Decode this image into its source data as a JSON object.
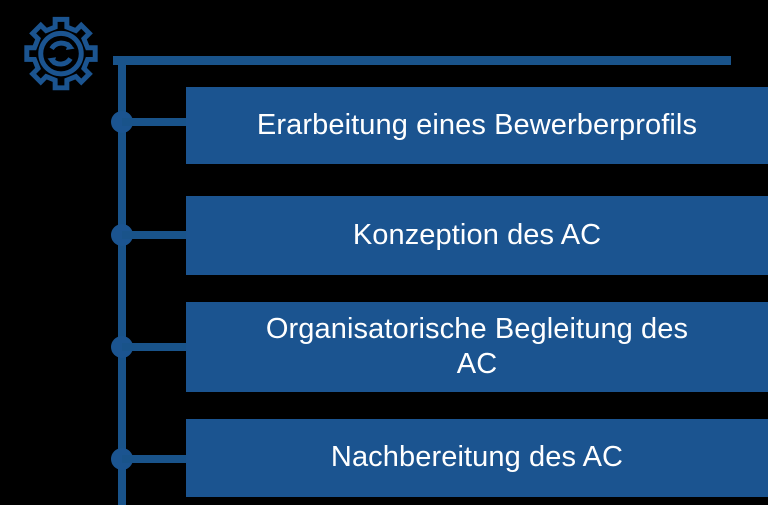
{
  "diagram": {
    "type": "vertical-timeline-process",
    "background_color": "#000000",
    "accent_color": "#1b5490",
    "line_color": "#19538a",
    "text_color": "#ffffff",
    "icon": {
      "name": "gear-recycle-icon",
      "description": "cogwheel with circular refresh arrows inside"
    },
    "steps": [
      {
        "label": "Erarbeitung eines Bewerberprofils"
      },
      {
        "label": "Konzeption des AC"
      },
      {
        "label": "Organisatorische Begleitung des\nAC"
      },
      {
        "label": "Nachbereitung des AC"
      }
    ]
  }
}
